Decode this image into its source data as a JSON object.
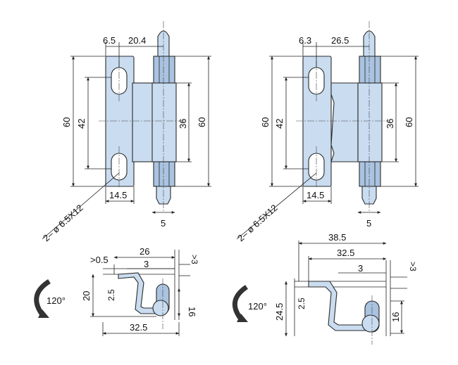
{
  "colors": {
    "part_fill": "#c9dcf0",
    "part_shade": "#a9c3e0",
    "line": "#222222"
  },
  "icons": {
    "rotation": "rotate-arrow-icon"
  },
  "left_front": {
    "width_top_a": "6.5",
    "width_top_b": "20.4",
    "height_total": "60",
    "hole_spacing": "42",
    "knuckle_height": "36",
    "height_right": "60",
    "hole_spec": "2– ø 6.5X12",
    "bottom_width": "14.5",
    "pin_dia": "5"
  },
  "right_front": {
    "width_top_a": "6.3",
    "width_top_b": "26.5",
    "height_total": "60",
    "hole_spacing": "42",
    "knuckle_height": "36",
    "height_right": "60",
    "hole_spec": "2– ø 6.5X12",
    "bottom_width": "14.5",
    "pin_dia": "5"
  },
  "left_side": {
    "gap": ">0.5",
    "depth": "26",
    "offset": "3",
    "clearance": ">3",
    "rotation": "120°",
    "height": "20",
    "step": "2.5",
    "pin_height": "16",
    "overall_width": "32.5"
  },
  "right_side": {
    "overall_top": "38.5",
    "depth": "32.5",
    "offset": "3",
    "clearance": ">3",
    "rotation": "120°",
    "step": "2.5",
    "height": "24.5",
    "pin_height": "16"
  }
}
